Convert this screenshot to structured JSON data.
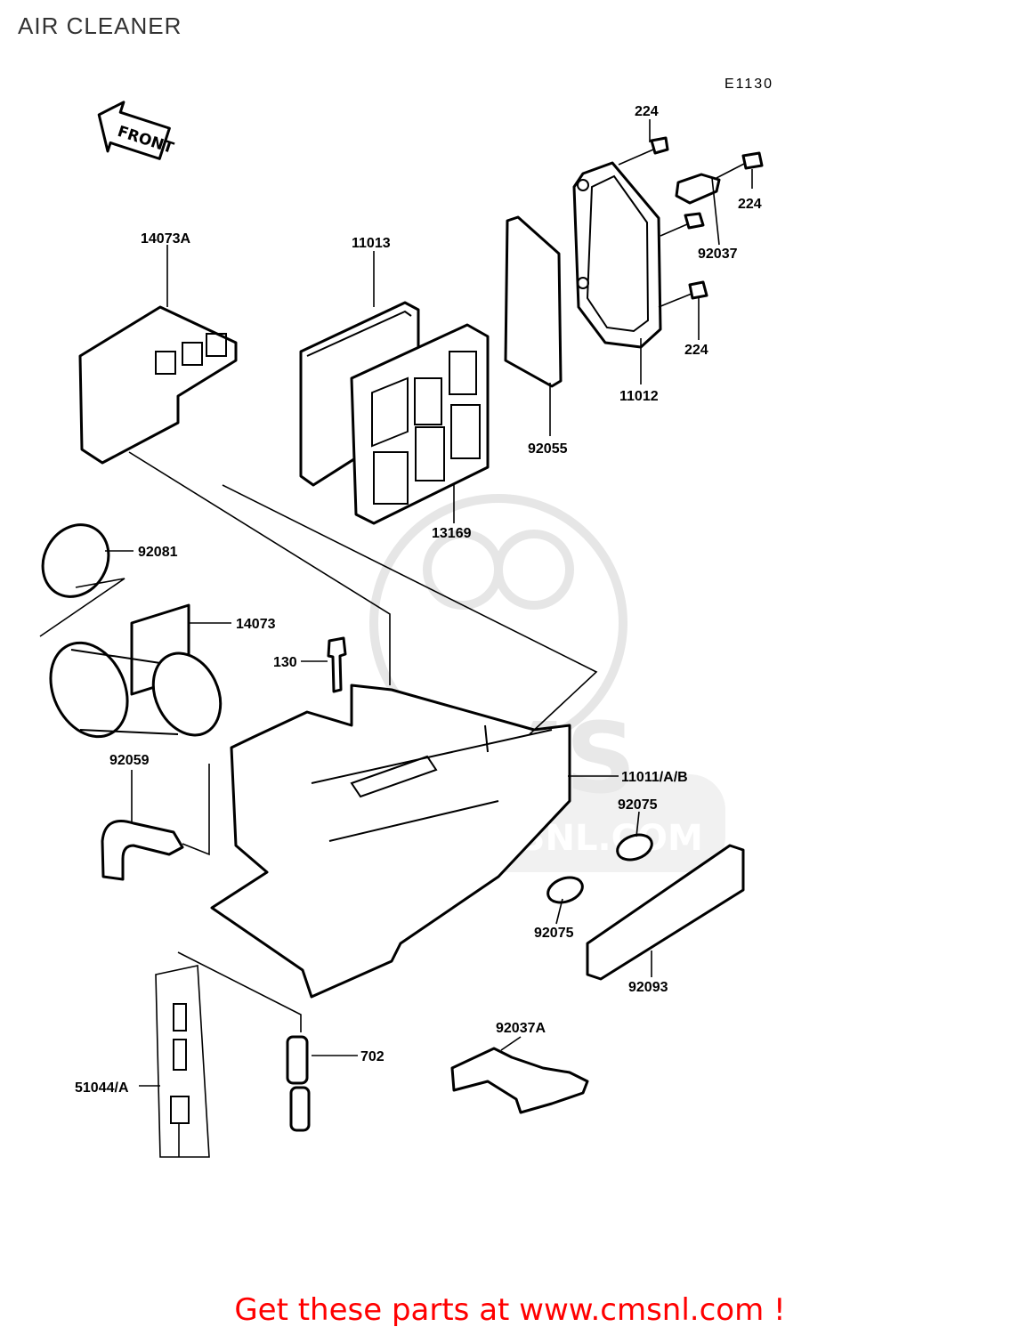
{
  "title": "AIR CLEANER",
  "diagram_code": "E1130",
  "front_label": "FRONT",
  "promo_text": "Get these parts at www.cmsnl.com !",
  "watermark": {
    "letters": "CMS",
    "url": "WWW.CMSNL.COM"
  },
  "parts": [
    {
      "key": "224a",
      "label": "224"
    },
    {
      "key": "224b",
      "label": "224"
    },
    {
      "key": "224c",
      "label": "224"
    },
    {
      "key": "92037",
      "label": "92037"
    },
    {
      "key": "11012",
      "label": "11012"
    },
    {
      "key": "92055",
      "label": "92055"
    },
    {
      "key": "14073A",
      "label": "14073A"
    },
    {
      "key": "11013",
      "label": "11013"
    },
    {
      "key": "13169",
      "label": "13169"
    },
    {
      "key": "92081",
      "label": "92081"
    },
    {
      "key": "14073",
      "label": "14073"
    },
    {
      "key": "130",
      "label": "130"
    },
    {
      "key": "92059",
      "label": "92059"
    },
    {
      "key": "11011AB",
      "label": "11011/A/B"
    },
    {
      "key": "92075a",
      "label": "92075"
    },
    {
      "key": "92075b",
      "label": "92075"
    },
    {
      "key": "92093",
      "label": "92093"
    },
    {
      "key": "92037A",
      "label": "92037A"
    },
    {
      "key": "702",
      "label": "702"
    },
    {
      "key": "51044A",
      "label": "51044/A"
    }
  ]
}
